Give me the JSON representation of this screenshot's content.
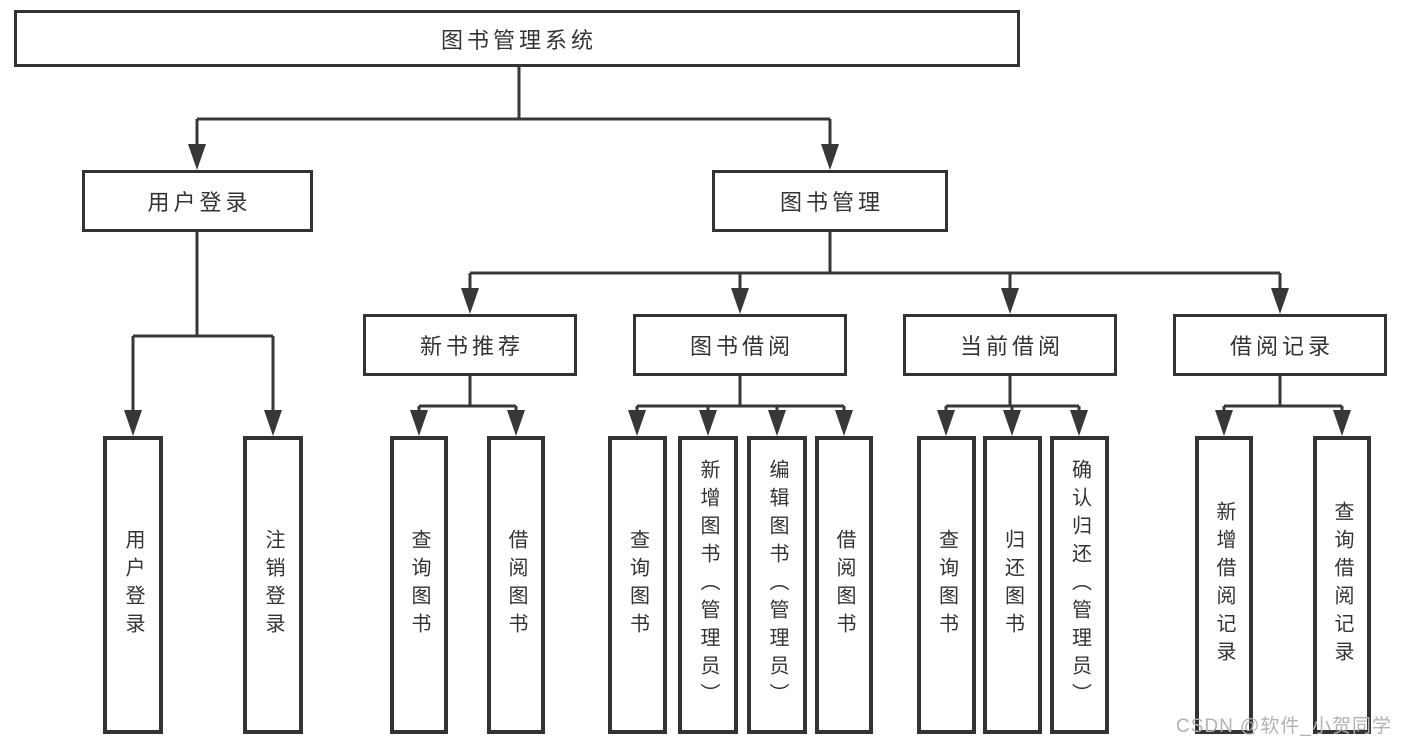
{
  "diagram": {
    "root": {
      "label": "图书管理系统"
    },
    "level2": {
      "user_login": {
        "label": "用户登录"
      },
      "book_management": {
        "label": "图书管理"
      }
    },
    "level3": {
      "new_book_recommend": {
        "label": "新书推荐"
      },
      "book_borrowing": {
        "label": "图书借阅"
      },
      "current_borrowing": {
        "label": "当前借阅"
      },
      "borrowing_records": {
        "label": "借阅记录"
      }
    },
    "leaves": {
      "user_login": [
        {
          "label": "用户登录"
        },
        {
          "label": "注销登录"
        }
      ],
      "new_book_recommend": [
        {
          "label": "查询图书"
        },
        {
          "label": "借阅图书"
        }
      ],
      "book_borrowing": [
        {
          "label": "查询图书"
        },
        {
          "label": "新增图书（管理员）"
        },
        {
          "label": "编辑图书（管理员）"
        },
        {
          "label": "借阅图书"
        }
      ],
      "current_borrowing": [
        {
          "label": "查询图书"
        },
        {
          "label": "归还图书"
        },
        {
          "label": "确认归还（管理员）"
        }
      ],
      "borrowing_records": [
        {
          "label": "新增借阅记录"
        },
        {
          "label": "查询借阅记录"
        }
      ]
    }
  },
  "watermark": {
    "text": "CSDN @软件_小贺同学"
  },
  "colors": {
    "line": "#373737",
    "border": "#333333",
    "text": "#333333",
    "box_bg": "#ffffff",
    "watermark": "#b6b0b0",
    "page_bg": "#ffffff"
  }
}
